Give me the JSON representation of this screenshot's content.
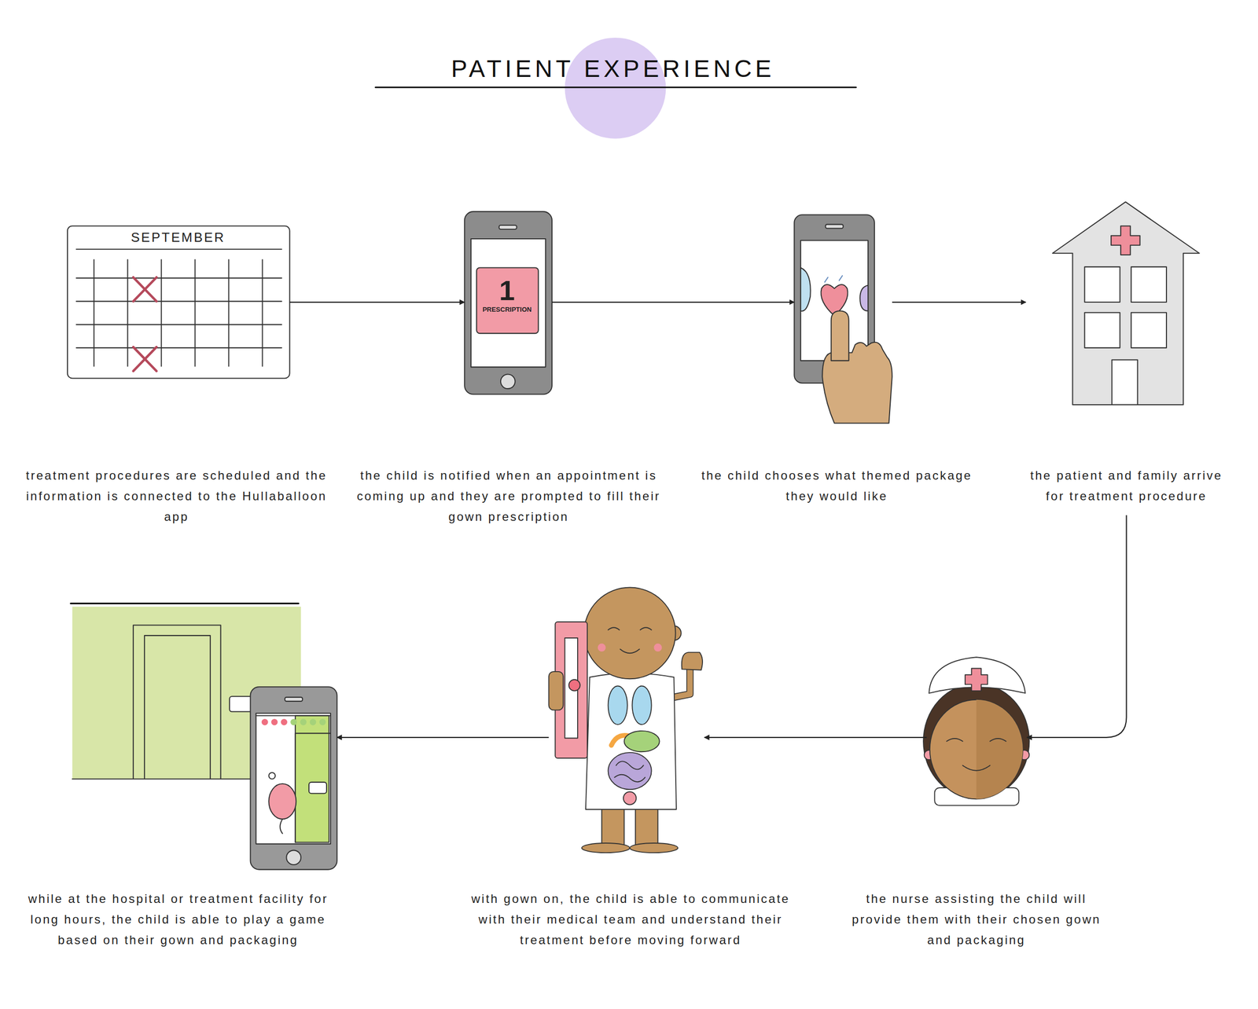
{
  "diagram": {
    "title": "PATIENT EXPERIENCE",
    "nodes": [
      {
        "text": [
          "treatment procedures are scheduled and the information is connected to the Hullaballoon app"
        ]
      },
      {
        "text": [
          "the child is notified when an appointment is coming up and they are prompted to fill their gown prescription"
        ]
      },
      {
        "text": [
          "the child chooses what themed package they would like"
        ]
      },
      {
        "text": [
          "the patient and family arrive for treatment procedure"
        ]
      },
      {
        "text": [
          "the nurse assisting the child will provide them with their chosen gown and packaging"
        ]
      },
      {
        "text": [
          "with gown on, the child is able to communicate with their medical team and understand their treatment before moving forward"
        ]
      },
      {
        "text": [
          "while at the hospital or treatment facility for long hours, the child is able to play a game based on their gown and packaging"
        ]
      }
    ],
    "edges": [
      {
        "from": 0,
        "to": 1,
        "arrow": "to"
      },
      {
        "from": 1,
        "to": 2,
        "arrow": "to"
      },
      {
        "from": 2,
        "to": 3,
        "arrow": "to"
      },
      {
        "from": 3,
        "to": 4,
        "arrow": "to"
      },
      {
        "from": 4,
        "to": 5,
        "arrow": "to"
      },
      {
        "from": 5,
        "to": 6,
        "arrow": "to"
      }
    ],
    "labels": [
      "SEPTEMBER",
      "1",
      "PRESCRIPTION"
    ]
  }
}
